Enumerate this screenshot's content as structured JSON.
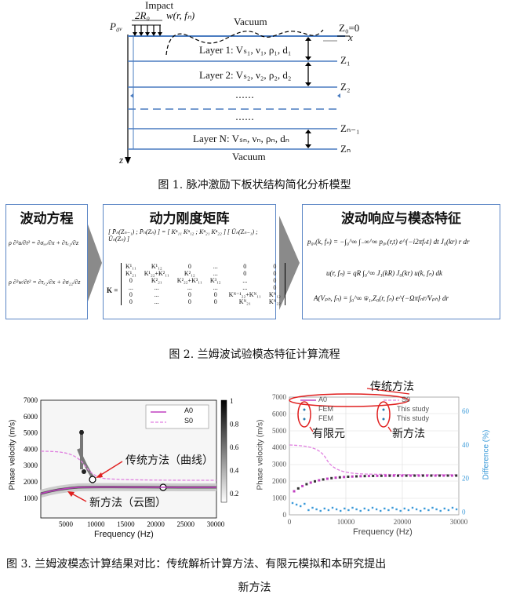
{
  "figure1": {
    "impact_label": "Impact",
    "radius_label": "2R₀",
    "load_label": "P₀ᵥ",
    "wave_label": "w(r, fₙ)",
    "top_vacuum": "Vacuum",
    "z0_label": "Z₀=0",
    "x_label": "x",
    "z_label": "z",
    "layer1": "Layer 1: Vₛ₁, ν₁, ρ₁, d₁",
    "layer2": "Layer 2: Vₛ₂, ν₂, ρ₂, d₂",
    "dots1": "……",
    "dots2": "……",
    "layerN": "Layer N: Vₛₙ, νₙ, ρₙ, dₙ",
    "z1": "Z₁",
    "z2": "Z₂",
    "zn1": "Zₙ₋₁",
    "zn": "Zₙ",
    "bottom_vacuum": "Vacuum",
    "caption": "图 1. 脉冲激励下板状结构简化分析模型"
  },
  "figure2": {
    "box1_title": "波动方程",
    "box2_title": "动力刚度矩阵",
    "box3_title": "波动响应与模态特征",
    "eq1": "ρ ∂²u/∂t² = ∂σₓₓ/∂x + ∂τₓ₂/∂z",
    "eq2": "ρ ∂²w/∂t² = ∂τₓ₂/∂x + ∂σ₂₂/∂z",
    "stiffness_eq": "[ P̄ₙ(Zₙ₋₁) ; P̄ₙ(Zₙ) ] = [ Kⁿ₁₁  Kⁿ₁₂ ; Kⁿ₂₁  Kⁿ₂₂ ] [ Ūₙ(Zₙ₋₁) ; Ūₙ(Zₙ) ]",
    "global_k_label": "K =",
    "k_rows": [
      [
        "K¹₁₁",
        "K¹₁₂",
        "0",
        "...",
        "0",
        "0"
      ],
      [
        "K¹₂₁",
        "K¹₂₂+K²₁₁",
        "K²₁₂",
        "...",
        "0",
        "0"
      ],
      [
        "0",
        "K²₂₁",
        "K²₂₂+K³₁₁",
        "K³₁₂",
        "...",
        "0"
      ],
      [
        "...",
        "...",
        "...",
        "...",
        "...",
        "0"
      ],
      [
        "0",
        "...",
        "0",
        "0",
        "Kᴺ⁻¹₂₂+Kᴺ₁₁",
        "Kᴺ₁₂"
      ],
      [
        "0",
        "...",
        "0",
        "0",
        "Kᴺ₂₁",
        "Kᴺ₂₂"
      ]
    ],
    "resp1": "p₀ᵥ(k, fₙ) = −∫₀^∞ ∫₋∞^∞ p₀ᵥ(r,t) e^{−i2πfₙt} dt J₀(kr) r dr",
    "resp2": "u(r, fₙ) = qR ∫₀^∞ J₁(kR) J₀(kr) u(k, fₙ) dk",
    "resp3": "A(Vₚₕ, fₙ) = ∫₀^∞ w̄₁,Z₀(r, fₙ) e^{−Ωπfₙr/Vₚₕ} dr",
    "caption": "图 2. 兰姆波试验模态特征计算流程"
  },
  "figure3": {
    "left": {
      "ylabel": "Phase velocity (m/s)",
      "xlabel": "Frequency (Hz)",
      "yticks": [
        "7000",
        "6000",
        "5000",
        "4000",
        "3000",
        "2000",
        "1000"
      ],
      "xticks": [
        "5000",
        "10000",
        "15000",
        "20000",
        "25000",
        "30000"
      ],
      "cbticks": [
        "1",
        "0.8",
        "0.6",
        "0.4",
        "0.2"
      ],
      "legend": [
        "A0",
        "S0"
      ],
      "ann1": "传统方法（曲线）",
      "ann2": "新方法（云图）"
    },
    "right": {
      "ylabel": "Phase velocity (m/s)",
      "y2label": "Difference (%)",
      "xlabel": "Frequency (Hz)",
      "yticks": [
        "7000",
        "6000",
        "5000",
        "4000",
        "3000",
        "2000",
        "1000",
        "0"
      ],
      "y2ticks": [
        "60",
        "40",
        "20",
        "0"
      ],
      "xticks": [
        "0",
        "10000",
        "20000",
        "30000"
      ],
      "legend_header": [
        "A0",
        "S0"
      ],
      "legend_rows": [
        "FEM",
        "This study",
        "FEM",
        "This study"
      ],
      "ann_top": "传统方法",
      "ann_fem": "有限元",
      "ann_new": "新方法"
    },
    "caption_line1": "图 3. 兰姆波模态计算结果对比：传统解析计算方法、有限元模拟和本研究提出",
    "caption_line2": "新方法"
  },
  "colors": {
    "layer_line": "#4a7cc0",
    "box_border": "#5b86c5",
    "a0": "#c040c0",
    "s0": "#e080e0",
    "annotation": "#e02020",
    "diff": "#3a9ad9"
  }
}
